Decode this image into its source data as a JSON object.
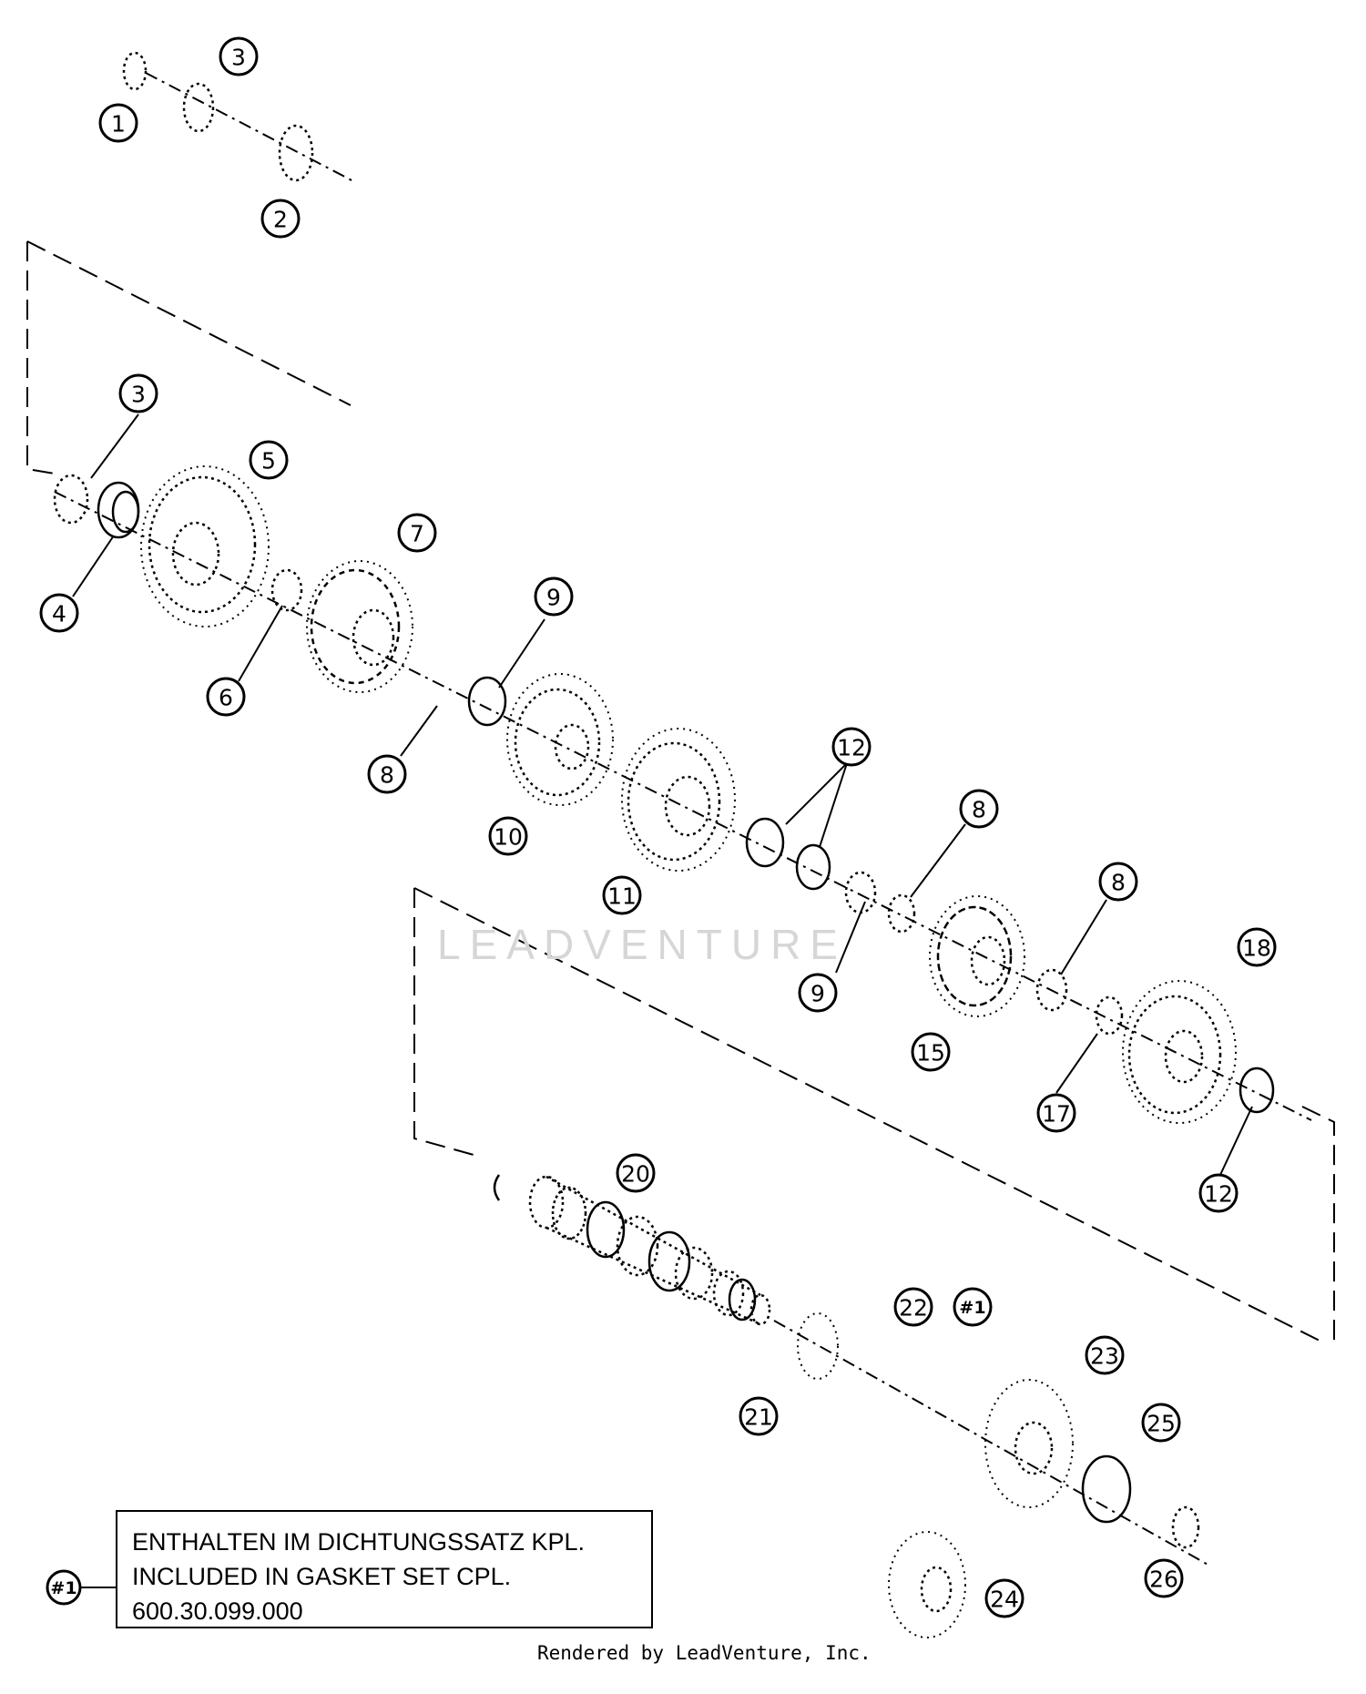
{
  "callouts": {
    "c1": "1",
    "c2": "2",
    "c3a": "3",
    "c3b": "3",
    "c4": "4",
    "c5": "5",
    "c6": "6",
    "c7": "7",
    "c8a": "8",
    "c8b": "8",
    "c8c": "8",
    "c9a": "9",
    "c9b": "9",
    "c10": "10",
    "c11": "11",
    "c12a": "12",
    "c12b": "12",
    "c15": "15",
    "c17": "17",
    "c18": "18",
    "c20": "20",
    "c21": "21",
    "c22": "22",
    "c23": "23",
    "c24": "24",
    "c25": "25",
    "c26": "26",
    "n1": "#1",
    "n2": "#1"
  },
  "note": {
    "line1": "ENTHALTEN IM DICHTUNGSSATZ KPL.",
    "line2": "INCLUDED IN GASKET SET CPL.",
    "line3": "600.30.099.000"
  },
  "watermark": "LEADVENTURE",
  "footer": "Rendered by LeadVenture, Inc."
}
